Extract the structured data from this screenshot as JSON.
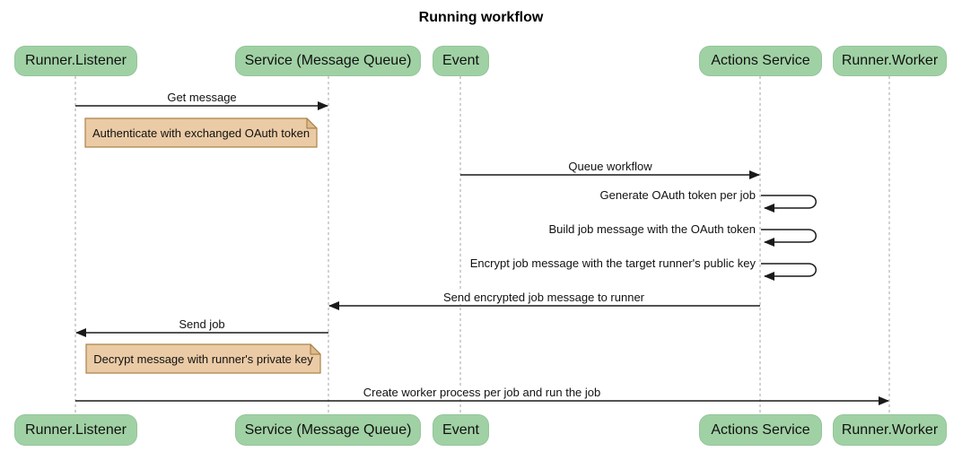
{
  "diagram_title": "Running workflow",
  "participants": [
    "Runner.Listener",
    "Service (Message Queue)",
    "Event",
    "Actions Service",
    "Runner.Worker"
  ],
  "messages": [
    {
      "from": "Runner.Listener",
      "to": "Service (Message Queue)",
      "label": "Get message"
    },
    {
      "from": "Event",
      "to": "Actions Service",
      "label": "Queue workflow"
    },
    {
      "from": "Actions Service",
      "to": "Actions Service",
      "label": "Generate OAuth token per job"
    },
    {
      "from": "Actions Service",
      "to": "Actions Service",
      "label": "Build job message with the OAuth token"
    },
    {
      "from": "Actions Service",
      "to": "Actions Service",
      "label": "Encrypt job message with the target runner's public key"
    },
    {
      "from": "Actions Service",
      "to": "Service (Message Queue)",
      "label": "Send encrypted job message to runner"
    },
    {
      "from": "Service (Message Queue)",
      "to": "Runner.Listener",
      "label": "Send job"
    },
    {
      "from": "Runner.Listener",
      "to": "Runner.Worker",
      "label": "Create worker process per job and run the job"
    }
  ],
  "notes": [
    {
      "over": "Runner.Listener",
      "label": "Authenticate with exchanged OAuth token"
    },
    {
      "over": "Runner.Listener",
      "label": "Decrypt message with runner's private key"
    }
  ],
  "colors": {
    "actor_fill": "#a0d1a4",
    "note_fill": "#ebcba6",
    "note_border": "#ab8349",
    "lifeline": "#a6a6a6",
    "arrow": "#1a1a1a"
  }
}
